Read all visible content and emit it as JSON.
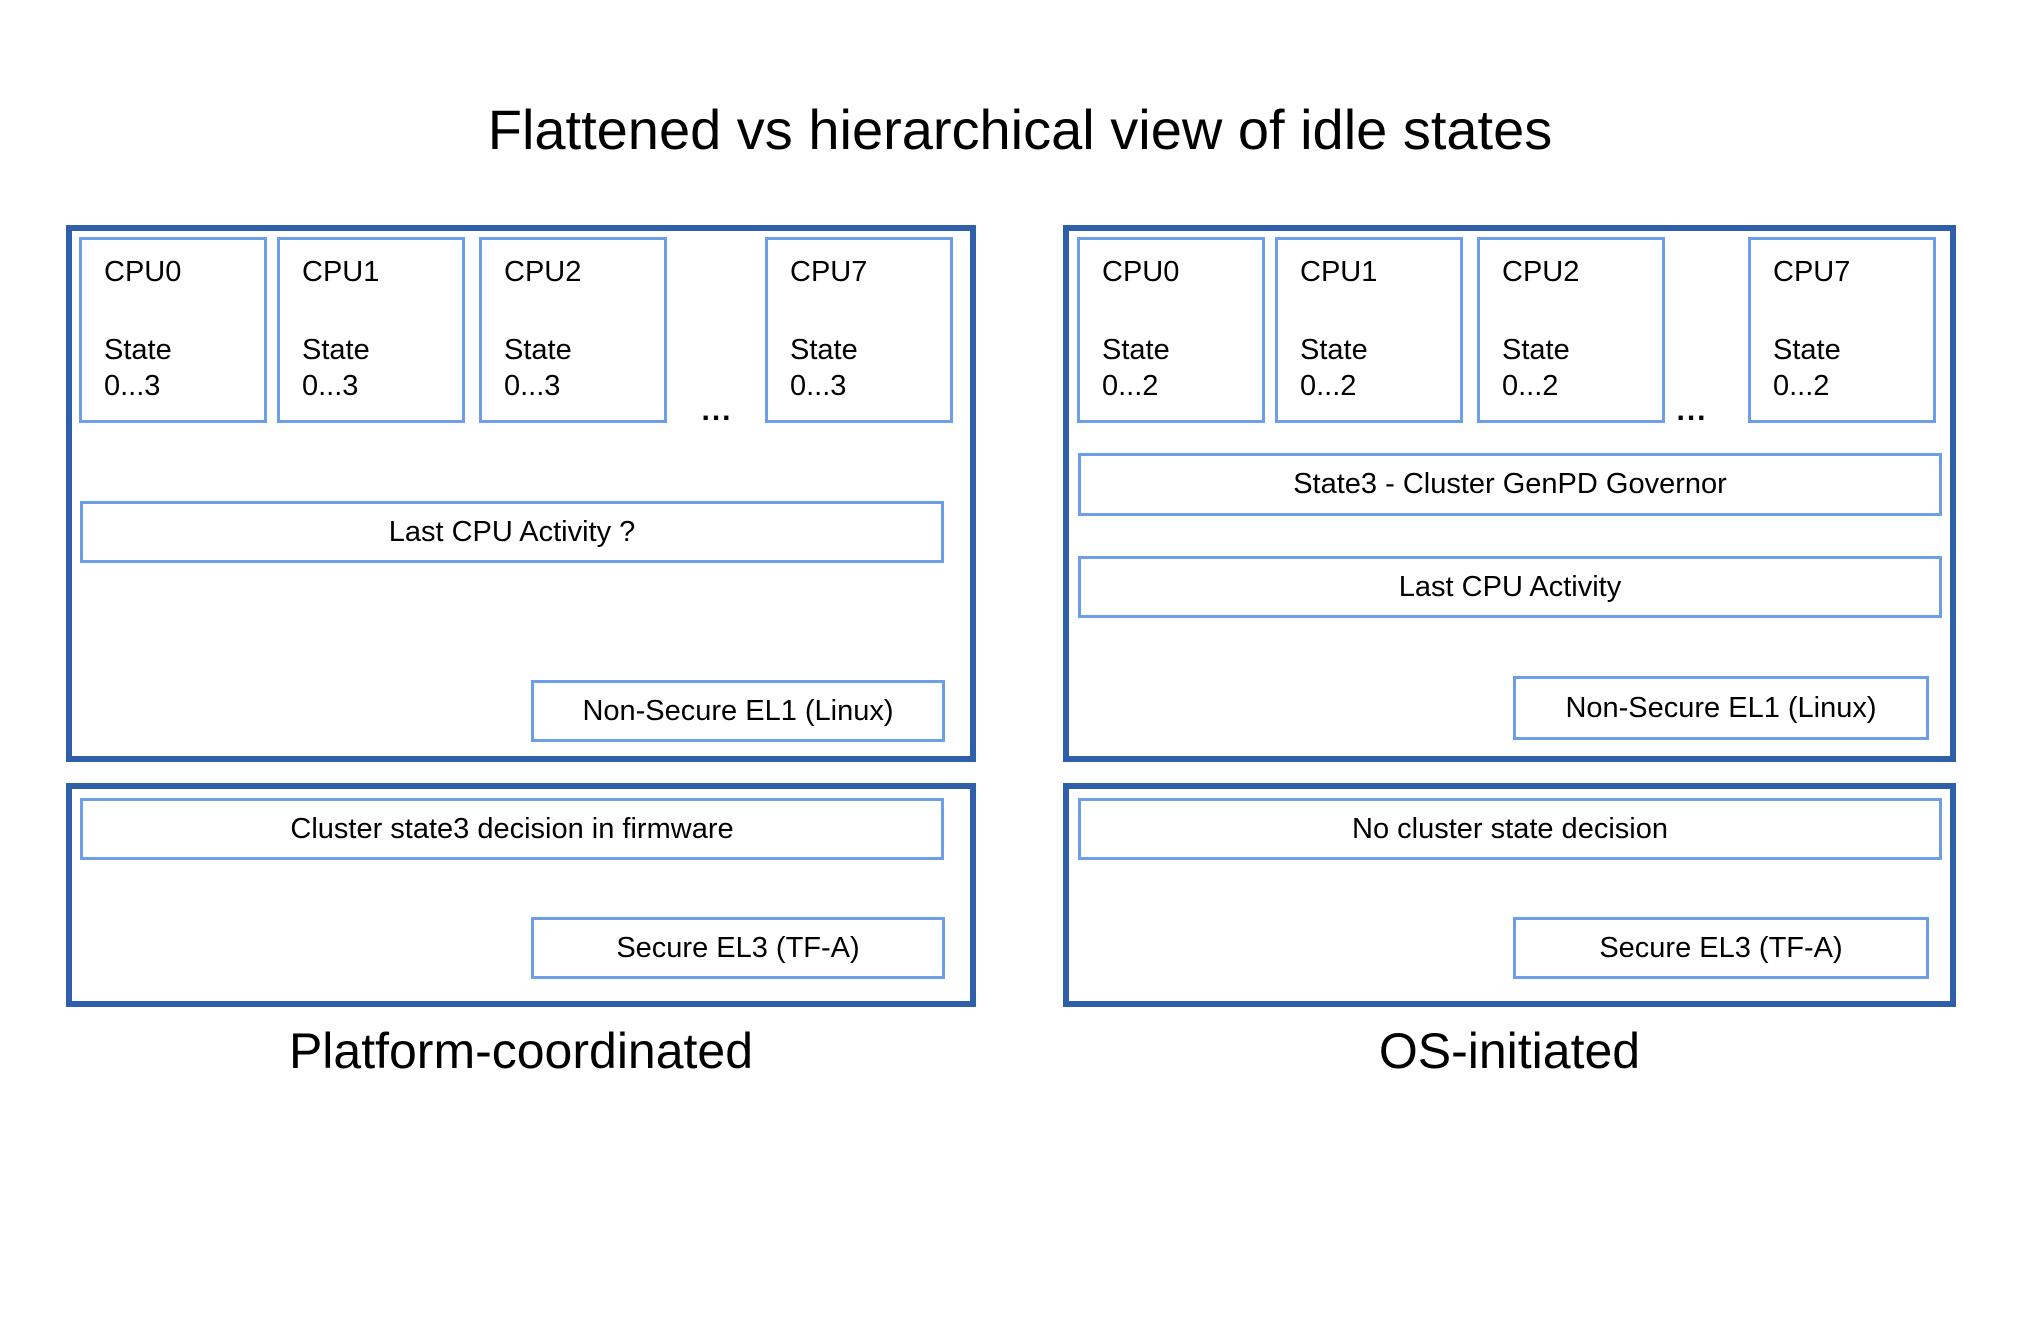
{
  "title": "Flattened vs hierarchical view of idle states",
  "left_panel": {
    "caption": "Platform-coordinated",
    "cpus": [
      {
        "label": "CPU0",
        "state": "State",
        "range": "0...3"
      },
      {
        "label": "CPU1",
        "state": "State",
        "range": "0...3"
      },
      {
        "label": "CPU2",
        "state": "State",
        "range": "0...3"
      },
      {
        "label": "CPU7",
        "state": "State",
        "range": "0...3"
      }
    ],
    "ellipsis": "...",
    "activity_label": "Last CPU Activity ?",
    "el1_label": "Non-Secure EL1 (Linux)",
    "decision_label": "Cluster state3 decision in firmware",
    "el3_label": "Secure EL3 (TF-A)"
  },
  "right_panel": {
    "caption": "OS-initiated",
    "cpus": [
      {
        "label": "CPU0",
        "state": "State",
        "range": "0...2"
      },
      {
        "label": "CPU1",
        "state": "State",
        "range": "0...2"
      },
      {
        "label": "CPU2",
        "state": "State",
        "range": "0...2"
      },
      {
        "label": "CPU7",
        "state": "State",
        "range": "0...2"
      }
    ],
    "ellipsis": "...",
    "governor_label": "State3 - Cluster GenPD Governor",
    "activity_label": "Last CPU Activity",
    "el1_label": "Non-Secure EL1 (Linux)",
    "decision_label": "No cluster state decision",
    "el3_label": "Secure EL3 (TF-A)"
  },
  "colors": {
    "outer_border": "#2e5fa8",
    "inner_border": "#6d9eeb",
    "text": "#000000",
    "background": "#ffffff"
  }
}
